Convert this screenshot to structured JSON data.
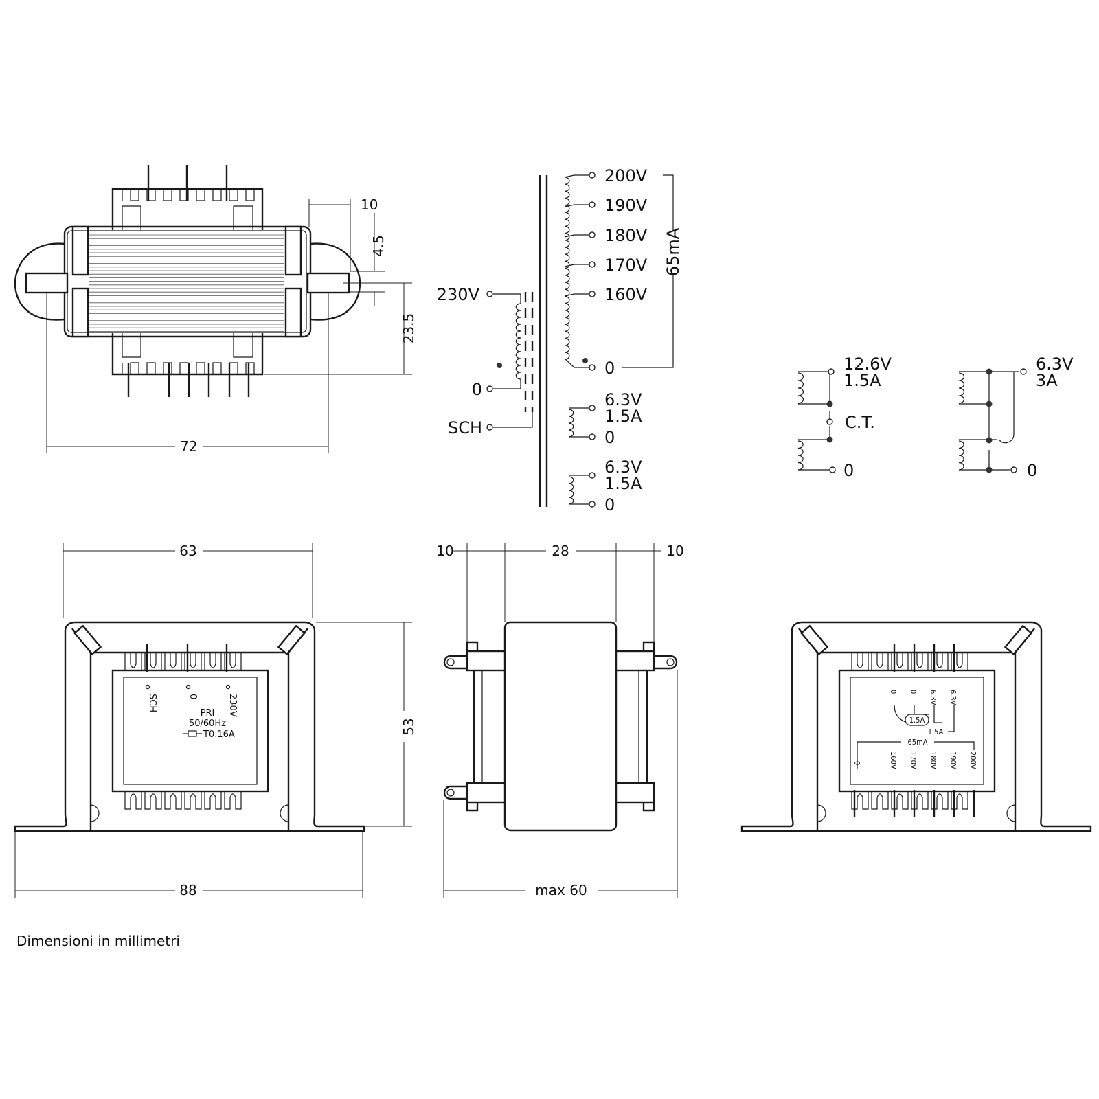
{
  "dims": {
    "top_right_10": "10",
    "top_right_4_5": "4.5",
    "top_right_23_5": "23.5",
    "top_width_72": "72",
    "front_width_63": "63",
    "front_height_53": "53",
    "front_base_88": "88",
    "side_left_10": "10",
    "side_mid_28": "28",
    "side_right_10": "10",
    "side_base": "max 60"
  },
  "schematic": {
    "primary": [
      "230V",
      "0",
      "SCH"
    ],
    "secondary_taps": [
      "200V",
      "190V",
      "180V",
      "170V",
      "160V",
      "0"
    ],
    "secondary_current": "65mA",
    "heater1": [
      "6.3V",
      "1.5A",
      "0"
    ],
    "heater2": [
      "6.3V",
      "1.5A",
      "0"
    ],
    "series": [
      "12.6V",
      "1.5A",
      "C.T.",
      "0"
    ],
    "parallel": [
      "6.3V",
      "3A",
      "0"
    ]
  },
  "front_label": {
    "pins": [
      "SCH",
      "0",
      "230V"
    ],
    "pri": "PRI",
    "freq": "50/60Hz",
    "fuse": "T0.16A"
  },
  "rear_label": {
    "heater_pins": [
      "0",
      "0",
      "6.3V",
      "6.3V"
    ],
    "heater_a": "1.5A",
    "heater_b": "1.5A",
    "ht_current": "65mA",
    "ht_pins": [
      "0",
      "160V",
      "170V",
      "180V",
      "190V",
      "200V"
    ]
  },
  "footer": "Dimensioni  in  millimetri"
}
